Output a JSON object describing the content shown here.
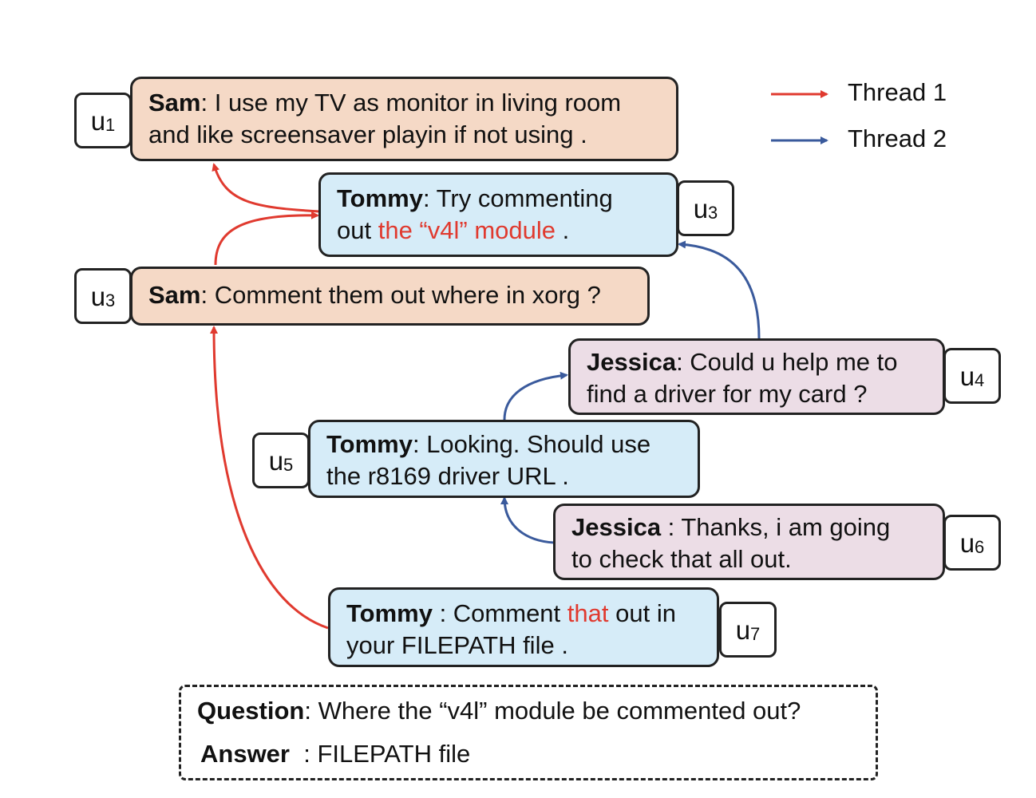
{
  "colors": {
    "thread1": "#e03a2f",
    "thread2": "#3a5a9c",
    "sam_bg": "#f5d9c6",
    "tommy_bg": "#d6ecf8",
    "jessica_bg": "#ecdde6"
  },
  "legend": [
    {
      "label": "Thread 1"
    },
    {
      "label": "Thread 2"
    }
  ],
  "utterances": [
    {
      "tag": "u",
      "sub": "1",
      "speaker": "Sam",
      "sep": ": ",
      "line1": "I use my TV as monitor in living room",
      "line2": "and like screensaver playin if not using ."
    },
    {
      "tag": "u",
      "sub": "3",
      "speaker": "Tommy",
      "sep": ": ",
      "line1": "Try commenting",
      "line2_pre": "out ",
      "line2_hl": "the “v4l” module",
      "line2_post": " ."
    },
    {
      "tag": "u",
      "sub": "3",
      "speaker": "Sam",
      "sep": ": ",
      "line1": "Comment them out where in xorg ?"
    },
    {
      "tag": "u",
      "sub": "4",
      "speaker": "Jessica",
      "sep": ": ",
      "line1": "Could u help me to",
      "line2": "find a driver for my card ?"
    },
    {
      "tag": "u",
      "sub": "5",
      "speaker": "Tommy",
      "sep": ": ",
      "line1": "Looking. Should use",
      "line2": "the r8169 driver URL ."
    },
    {
      "tag": "u",
      "sub": "6",
      "speaker": "Jessica",
      "sep": " : ",
      "line1": "Thanks, i am going",
      "line2": "to check that all out."
    },
    {
      "tag": "u",
      "sub": "7",
      "speaker": "Tommy",
      "sep": " : ",
      "line1_pre": "Comment ",
      "line1_hl": "that",
      "line1_post": " out in",
      "line2": "your FILEPATH file ."
    }
  ],
  "qa": {
    "question_label": "Question",
    "question_sep": ": ",
    "question": "Where the “v4l” module be commented out?",
    "answer_label": "Answer",
    "answer_sep": "  : ",
    "answer": "FILEPATH file"
  }
}
